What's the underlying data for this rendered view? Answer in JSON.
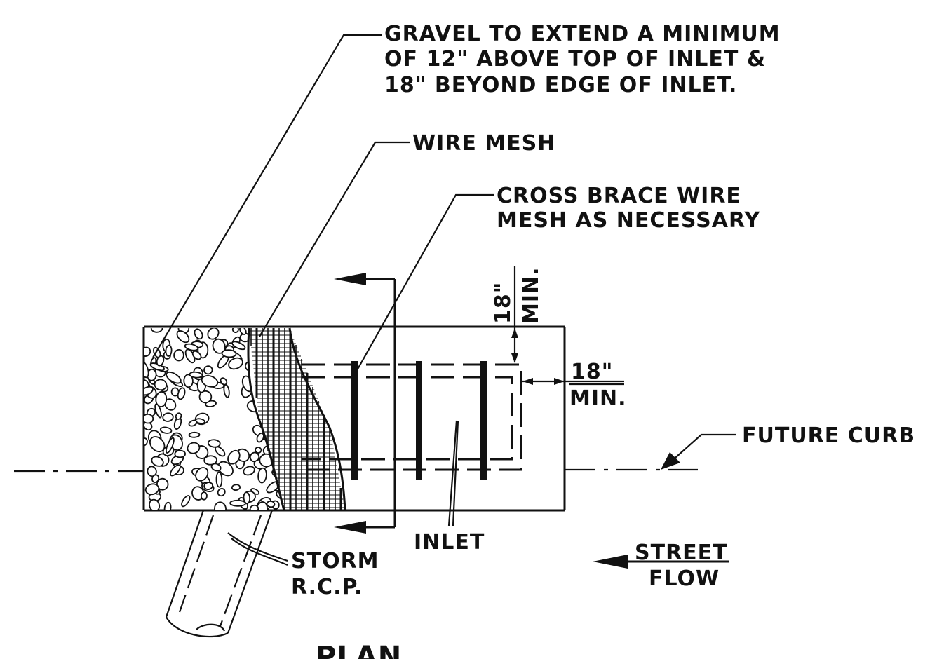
{
  "notes": {
    "gravel": [
      "GRAVEL TO EXTEND A MINIMUM",
      "OF 12\" ABOVE TOP OF INLET &",
      "18\" BEYOND EDGE OF INLET."
    ],
    "wire_mesh": "WIRE MESH",
    "cross_brace": [
      "CROSS BRACE WIRE",
      "MESH AS NECESSARY"
    ],
    "future_curb": "FUTURE CURB",
    "inlet": "INLET",
    "storm": [
      "STORM",
      "R.C.P."
    ],
    "street_flow": [
      "STREET",
      "FLOW"
    ],
    "dim_vertical": [
      "18\"",
      "MIN."
    ],
    "dim_horizontal": [
      "18\"",
      "MIN."
    ],
    "title": "PLAN"
  },
  "colors": {
    "ink": "#111111",
    "paper": "#ffffff"
  }
}
